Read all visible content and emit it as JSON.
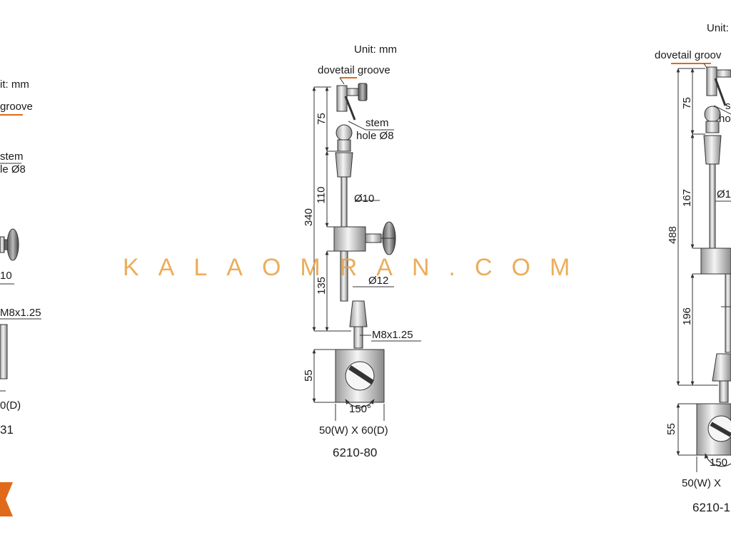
{
  "watermark": "KALAOMRAN.COM",
  "accent_color": "#e06a1a",
  "left_drawing": {
    "unit": "it: mm",
    "dovetail": "groove",
    "stem_line1": "stem",
    "stem_line2": "le Ø8",
    "rod_dia": "10",
    "thread": "M8x1.25",
    "size": "0(D)",
    "model": "31"
  },
  "center_drawing": {
    "unit": "Unit: mm",
    "dovetail": "dovetail groove",
    "stem_line1": "stem",
    "stem_line2": "hole Ø8",
    "dim_75": "75",
    "dim_110": "110",
    "dim_340": "340",
    "dim_135": "135",
    "dim_55": "55",
    "rod_dia_upper": "Ø10",
    "rod_dia_lower": "Ø12",
    "thread": "M8x1.25",
    "angle": "150°",
    "size": "50(W) X 60(D)",
    "model": "6210-80"
  },
  "right_drawing": {
    "unit": "Unit:",
    "dovetail": "dovetail groov",
    "stem_line1": "s",
    "stem_line2": "ho",
    "dim_75": "75",
    "dim_167": "167",
    "dim_488": "488",
    "dim_196": "196",
    "dim_55": "55",
    "rod_dia": "Ø1",
    "angle": "150",
    "size": "50(W) X",
    "model": "6210-1"
  }
}
